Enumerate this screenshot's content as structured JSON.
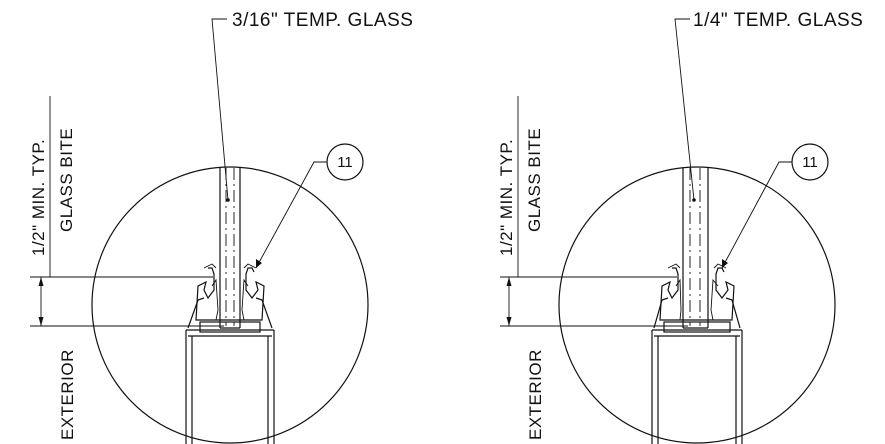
{
  "details": [
    {
      "glass_label": "3/16\" TEMP. GLASS",
      "bite_label": "1/2\" MIN. TYP.",
      "bite_sublabel": "GLASS BITE",
      "callout_number": "11",
      "side_label": "EXTERIOR"
    },
    {
      "glass_label": "1/4\" TEMP. GLASS",
      "bite_label": "1/2\" MIN. TYP.",
      "bite_sublabel": "GLASS BITE",
      "callout_number": "11",
      "side_label": "EXTERIOR"
    }
  ]
}
